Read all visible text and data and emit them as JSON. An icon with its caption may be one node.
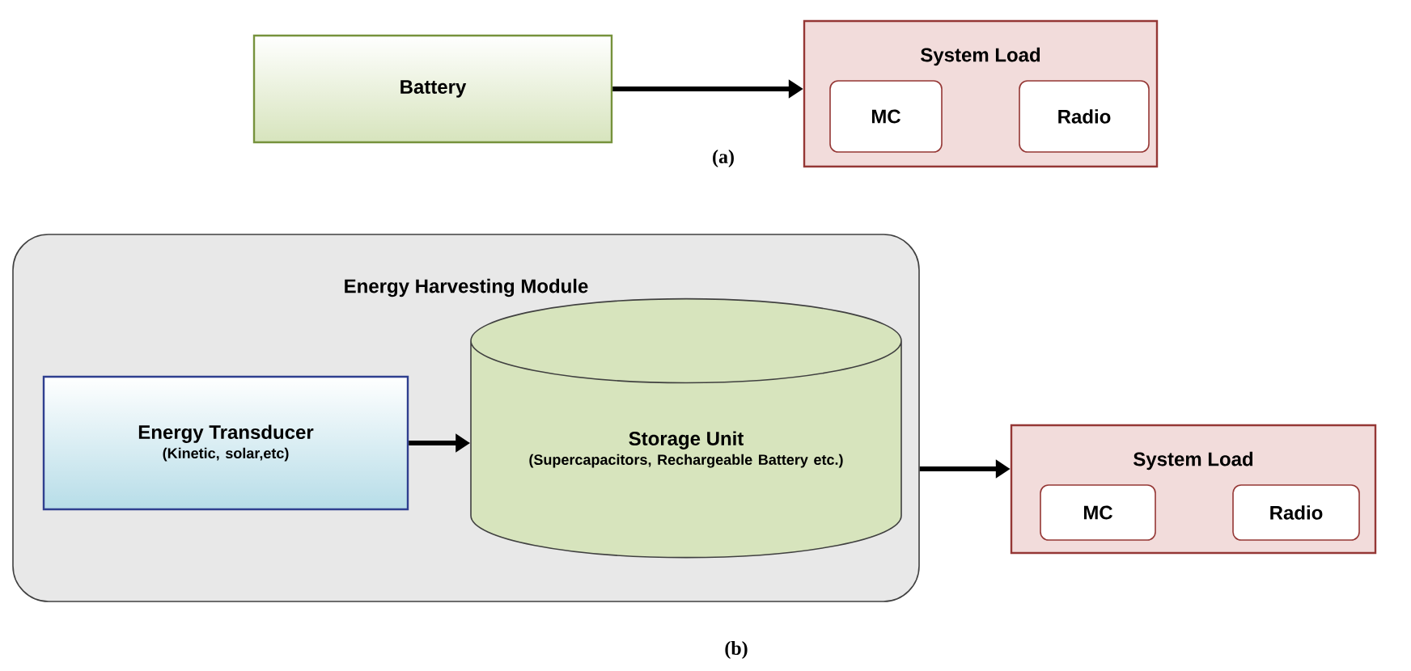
{
  "diagram": {
    "nodes": [
      {
        "text": [
          "Battery"
        ]
      },
      {
        "text": [
          "System Load"
        ]
      },
      {
        "text": [
          "MC"
        ],
        "in": 1
      },
      {
        "text": [
          "Radio"
        ],
        "in": 1
      },
      {
        "text": [
          "Energy Harvesting Module"
        ]
      },
      {
        "text": [
          "Energy Transducer",
          "(Kinetic, solar,etc)"
        ],
        "in": 4
      },
      {
        "text": [
          "Storage Unit",
          "(Supercapacitors, Rechargeable Battery etc.)"
        ],
        "in": 4
      },
      {
        "text": [
          "System Load"
        ]
      },
      {
        "text": [
          "MC"
        ],
        "in": 7
      },
      {
        "text": [
          "Radio"
        ],
        "in": 7
      }
    ],
    "edges": [
      {
        "from": 0,
        "to": 1,
        "arrow": "to"
      },
      {
        "from": 5,
        "to": 6,
        "arrow": "to"
      },
      {
        "from": 4,
        "to": 7,
        "arrow": "to"
      }
    ],
    "labels": [
      "(a)",
      "(b)"
    ]
  }
}
